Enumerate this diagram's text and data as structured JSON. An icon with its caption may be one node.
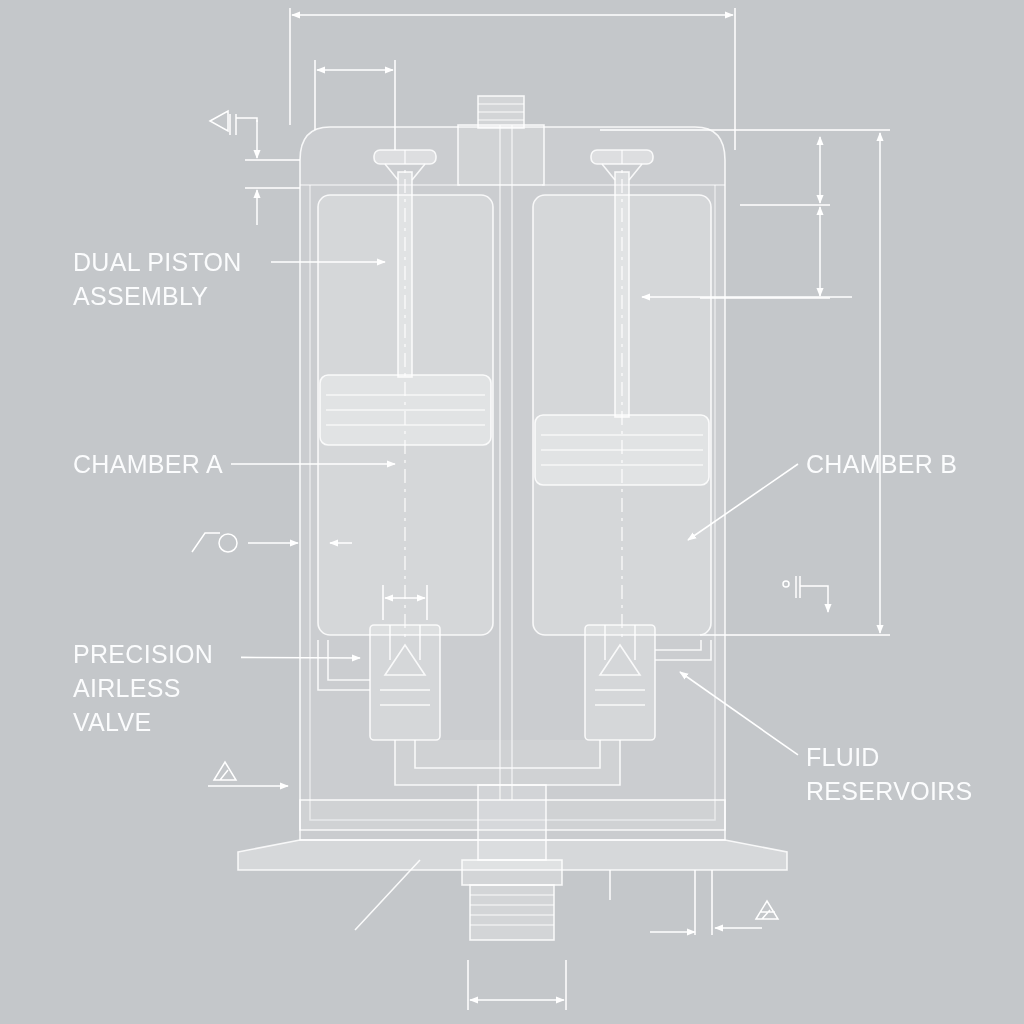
{
  "diagram": {
    "nodes": [
      {
        "text": [
          "DUAL PISTON ASSEMBLY"
        ]
      },
      {
        "text": [
          "CHAMBER A"
        ]
      },
      {
        "text": [
          "CHAMBER B"
        ]
      },
      {
        "text": [
          "PRECISION AIRLESS VALVE"
        ]
      },
      {
        "text": [
          "FLUID RESERVOIRS"
        ]
      }
    ],
    "edges": [
      {
        "from": 0,
        "to": null,
        "arrow": "to"
      },
      {
        "from": 1,
        "to": null,
        "arrow": "to"
      },
      {
        "from": 2,
        "to": null,
        "arrow": "to"
      },
      {
        "from": 3,
        "to": null,
        "arrow": "to"
      },
      {
        "from": 4,
        "to": null,
        "arrow": "to"
      }
    ]
  }
}
